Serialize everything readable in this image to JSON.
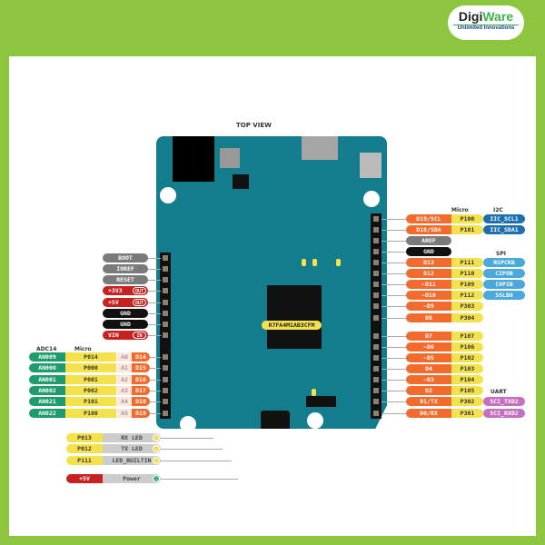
{
  "logo": {
    "brand_a": "Digi",
    "brand_b": "Ware",
    "tagline": "Unlimited Innovations"
  },
  "title": "TOP VIEW",
  "chip": "R7FA4M1AB3CFM",
  "right_headers": {
    "micro": "Micro",
    "i2c": "I2C",
    "spi": "SPI",
    "uart": "UART"
  },
  "right_pins": [
    {
      "pin": "D19/SCL",
      "micro": "P100",
      "func": "IIC_SCL1",
      "func_type": "i2c"
    },
    {
      "pin": "D18/SDA",
      "micro": "P101",
      "func": "IIC_SDA1",
      "func_type": "i2c"
    },
    {
      "pin": "AREF",
      "type": "gray"
    },
    {
      "pin": "GND",
      "type": "black"
    },
    {
      "pin": "D13",
      "micro": "P111",
      "func": "RSPCKB",
      "func_type": "spi"
    },
    {
      "pin": "D12",
      "micro": "P110",
      "func": "CIPOB",
      "func_type": "spi"
    },
    {
      "pin": "~D11",
      "micro": "P109",
      "func": "COPIB",
      "func_type": "spi"
    },
    {
      "pin": "~D10",
      "micro": "P112",
      "func": "SSLB0",
      "func_type": "spi"
    },
    {
      "pin": "~D9",
      "micro": "P303"
    },
    {
      "pin": "D8",
      "micro": "P304"
    },
    {
      "pin": "D7",
      "micro": "P107"
    },
    {
      "pin": "~D6",
      "micro": "P106"
    },
    {
      "pin": "~D5",
      "micro": "P102"
    },
    {
      "pin": "D4",
      "micro": "P103"
    },
    {
      "pin": "~D3",
      "micro": "P104"
    },
    {
      "pin": "D2",
      "micro": "P105"
    },
    {
      "pin": "D1/TX",
      "micro": "P302",
      "func": "SCI_TXD2",
      "func_type": "uart"
    },
    {
      "pin": "D0/RX",
      "micro": "P301",
      "func": "SCI_RXD2",
      "func_type": "uart"
    }
  ],
  "left_power": [
    {
      "pin": "BOOT",
      "type": "gray"
    },
    {
      "pin": "IOREF",
      "type": "gray"
    },
    {
      "pin": "RESET",
      "type": "gray"
    },
    {
      "pin": "+3V3",
      "type": "red",
      "tag": "OUT"
    },
    {
      "pin": "+5V",
      "type": "red",
      "tag": "OUT"
    },
    {
      "pin": "GND",
      "type": "black"
    },
    {
      "pin": "GND",
      "type": "black"
    },
    {
      "pin": "VIN",
      "type": "red",
      "tag": "IN"
    }
  ],
  "left_headers": {
    "adc": "ADC14",
    "micro": "Micro"
  },
  "analog_pins": [
    {
      "adc": "AN009",
      "micro": "P014",
      "a": "A0",
      "d": "D14"
    },
    {
      "adc": "AN000",
      "micro": "P000",
      "a": "A1",
      "d": "D15"
    },
    {
      "adc": "AN001",
      "micro": "P001",
      "a": "A2",
      "d": "D16"
    },
    {
      "adc": "AN002",
      "micro": "P002",
      "a": "A3",
      "d": "D17"
    },
    {
      "adc": "AN021",
      "micro": "P101",
      "a": "A4",
      "d": "D18"
    },
    {
      "adc": "AN022",
      "micro": "P100",
      "a": "A5",
      "d": "D19"
    }
  ],
  "leds": [
    {
      "micro": "P013",
      "label": "RX LED"
    },
    {
      "micro": "P012",
      "label": "TX LED"
    },
    {
      "micro": "P111",
      "label": "LED_BUILTIN"
    }
  ],
  "power_led": {
    "micro": "+5V",
    "label": "Power"
  },
  "colors": {
    "orange": "#f26a2c",
    "yellow": "#f3e24c",
    "i2c": "#1e6fae",
    "spi": "#4aa8dc",
    "uart": "#c56fbf",
    "adc": "#1e9c6b",
    "gray": "#7a7a7a",
    "black": "#111111",
    "red": "#c7221f",
    "board": "#147d8d"
  }
}
